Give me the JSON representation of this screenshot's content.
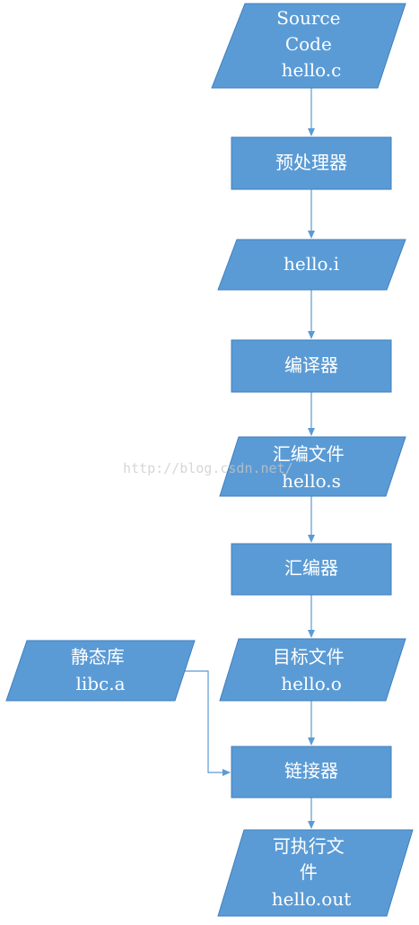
{
  "colors": {
    "fill": "#5b9bd5",
    "stroke": "#3f7fbf",
    "line": "#5b9bd5",
    "text": "#ffffff"
  },
  "nodes": {
    "source": {
      "lines": [
        "Source",
        "Code",
        "hello.c"
      ]
    },
    "preprocessor": {
      "lines": [
        "预处理器"
      ]
    },
    "hello_i": {
      "lines": [
        "hello.i"
      ]
    },
    "compiler": {
      "lines": [
        "编译器"
      ]
    },
    "asm_file": {
      "lines": [
        "汇编文件",
        "hello.s"
      ]
    },
    "assembler": {
      "lines": [
        "汇编器"
      ]
    },
    "object_file": {
      "lines": [
        "目标文件",
        "hello.o"
      ]
    },
    "static_lib": {
      "lines": [
        "静态库",
        "libc.a"
      ]
    },
    "linker": {
      "lines": [
        "链接器"
      ]
    },
    "executable": {
      "lines": [
        "可执行文",
        "件",
        "hello.out"
      ]
    }
  },
  "watermark": "http://blog.csdn.net/"
}
